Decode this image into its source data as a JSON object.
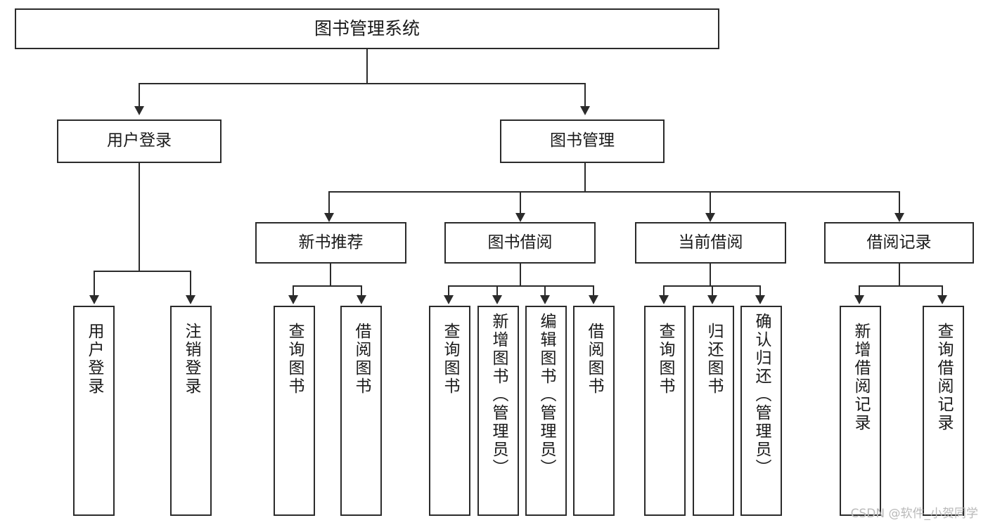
{
  "diagram": {
    "type": "tree-hierarchy",
    "title": "图书管理系统",
    "watermark": "CSDN @软件_小贺同学",
    "colors": {
      "stroke": "#2b2b2b",
      "fill": "#ffffff",
      "text": "#1a1a1a",
      "watermark": "#b9b9b9"
    },
    "root": {
      "label": "图书管理系统"
    },
    "level2": [
      {
        "label": "用户登录"
      },
      {
        "label": "图书管理"
      }
    ],
    "level3": [
      {
        "label": "新书推荐"
      },
      {
        "label": "图书借阅"
      },
      {
        "label": "当前借阅"
      },
      {
        "label": "借阅记录"
      }
    ],
    "leaves": {
      "user_login": [
        {
          "label": "用户登录"
        },
        {
          "label": "注销登录"
        }
      ],
      "new_book_recommend": [
        {
          "label": "查询图书"
        },
        {
          "label": "借阅图书"
        }
      ],
      "book_borrow": [
        {
          "label": "查询图书"
        },
        {
          "label": "新增图书（管理员）"
        },
        {
          "label": "编辑图书（管理员）"
        },
        {
          "label": "借阅图书"
        }
      ],
      "current_borrow": [
        {
          "label": "查询图书"
        },
        {
          "label": "归还图书"
        },
        {
          "label": "确认归还（管理员）"
        }
      ],
      "borrow_record": [
        {
          "label": "新增借阅记录"
        },
        {
          "label": "查询借阅记录"
        }
      ]
    }
  }
}
